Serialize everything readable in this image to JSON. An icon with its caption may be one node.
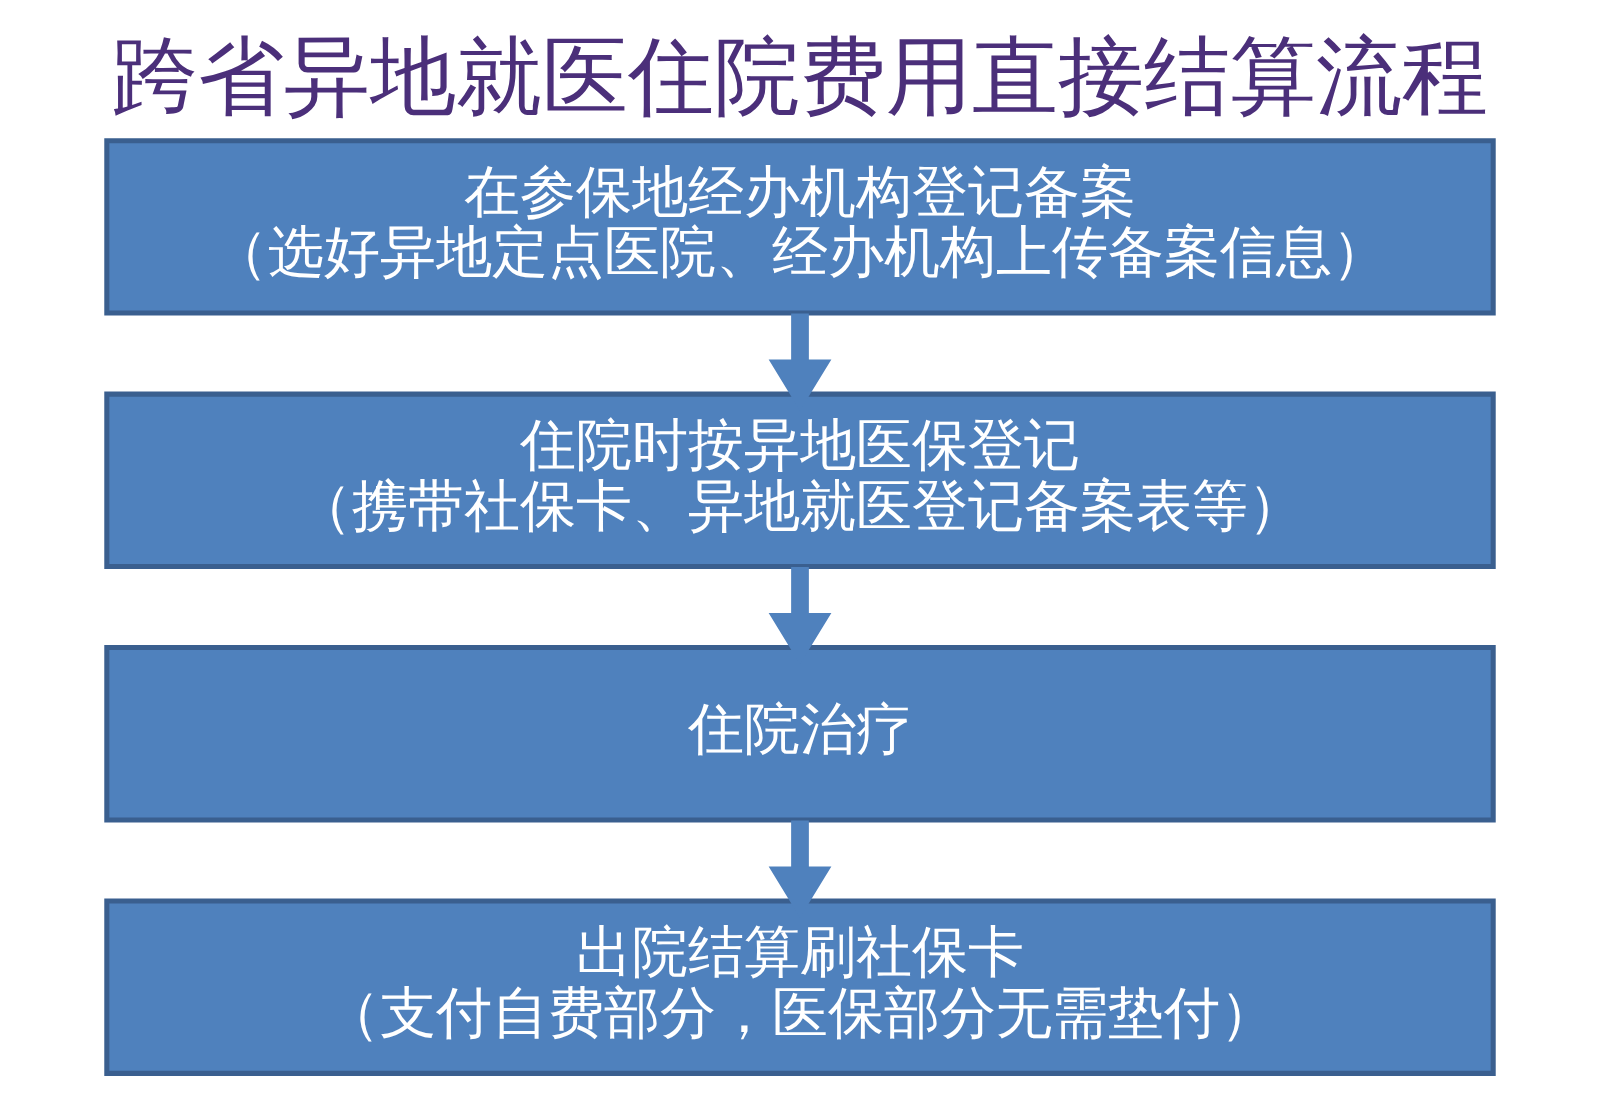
{
  "diagram": {
    "title": "跨省异地就医住院费用直接结算流程",
    "nodes": [
      {
        "text": [
          "在参保地经办机构登记备案",
          "（选好异地定点医院、经办机构上传备案信息）"
        ]
      },
      {
        "text": [
          "住院时按异地医保登记",
          "（携带社保卡、异地就医登记备案表等）"
        ]
      },
      {
        "text": [
          "住院治疗"
        ]
      },
      {
        "text": [
          "出院结算刷社保卡",
          "（支付自费部分，医保部分无需垫付）"
        ]
      }
    ],
    "edges": [
      {
        "from": 0,
        "to": 1,
        "arrow": "to"
      },
      {
        "from": 1,
        "to": 2,
        "arrow": "to"
      },
      {
        "from": 2,
        "to": 3,
        "arrow": "to"
      }
    ]
  }
}
